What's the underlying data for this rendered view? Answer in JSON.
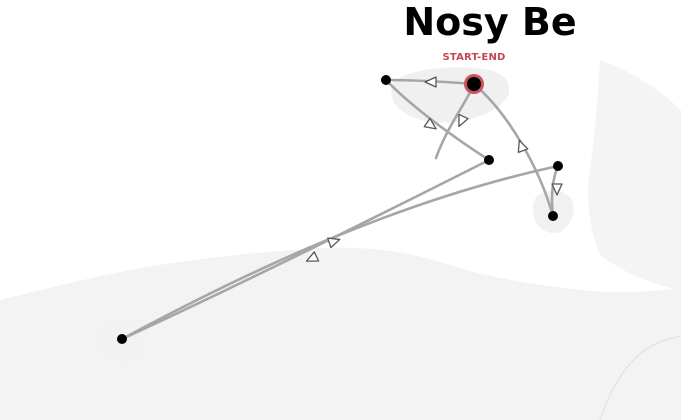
{
  "map": {
    "title": "Nosy Be",
    "start_label": "START-END",
    "colors": {
      "background": "#ffffff",
      "land": "#f3f3f3",
      "land_edge": "#eaeaea",
      "route": "#a6a6a6",
      "stop": "#000000",
      "start_ring": "#c9545c",
      "start_label": "#c2474f",
      "arrow_fill": "#ffffff",
      "arrow_stroke": "#555555"
    },
    "icons": {
      "stop": "filled-circle",
      "start": "ringed-circle",
      "direction": "open-triangle-arrow"
    }
  }
}
